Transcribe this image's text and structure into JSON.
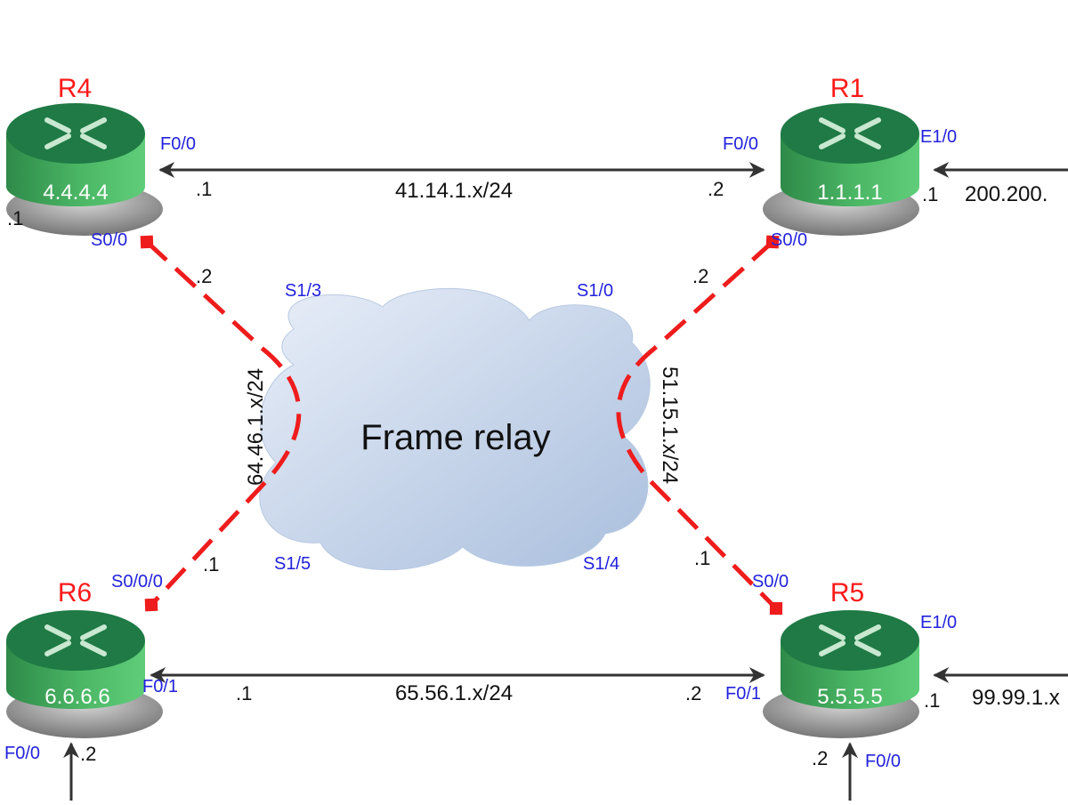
{
  "colors": {
    "router_name": "#ff1a1a",
    "interface_label": "#2222dd",
    "router_body": "#3fa35a",
    "router_top": "#1f7a45",
    "router_base": "#9a9a9a",
    "serial_link": "#ee1c1c",
    "ethernet_link": "#333333",
    "cloud_fill": "#c5d4ea"
  },
  "icons": {
    "router": "router-icon",
    "cloud": "frame-relay-cloud-icon"
  },
  "cloud": {
    "label": "Frame relay"
  },
  "routers": {
    "r4": {
      "name": "R4",
      "id": "4.4.4.4"
    },
    "r1": {
      "name": "R1",
      "id": "1.1.1.1"
    },
    "r6": {
      "name": "R6",
      "id": "6.6.6.6"
    },
    "r5": {
      "name": "R5",
      "id": "5.5.5.5"
    }
  },
  "interfaces": {
    "r4_f00": "F0/0",
    "r4_s00": "S0/0",
    "r1_f00": "F0/0",
    "r1_e10": "E1/0",
    "r1_s00": "S0/0",
    "r6_s000": "S0/0/0",
    "r6_f01": "F0/1",
    "r6_f00": "F0/0",
    "r5_s00": "S0/0",
    "r5_e10": "E1/0",
    "r5_f01": "F0/1",
    "r5_f00": "F0/0",
    "fr_s13": "S1/3",
    "fr_s10": "S1/0",
    "fr_s15": "S1/5",
    "fr_s14": "S1/4"
  },
  "networks": {
    "r4_r1": "41.14.1.x/24",
    "r6_r5": "65.56.1.x/24",
    "r4_r6": "64.46.1.x/24",
    "r1_r5": "51.15.1.x/24",
    "r1_ext": "200.200.",
    "r5_ext": "99.99.1.x"
  },
  "host_addresses": {
    "r4_f00": ".1",
    "r4_left": ".1",
    "r4_s00": ".2",
    "r1_f00": ".2",
    "r1_e10": ".1",
    "r1_s00": ".2",
    "r6_s000": ".1",
    "r6_f01": ".1",
    "r6_f00": ".2",
    "r5_s00": ".1",
    "r5_f01": ".2",
    "r5_e10": ".1",
    "r5_f00": ".2"
  }
}
